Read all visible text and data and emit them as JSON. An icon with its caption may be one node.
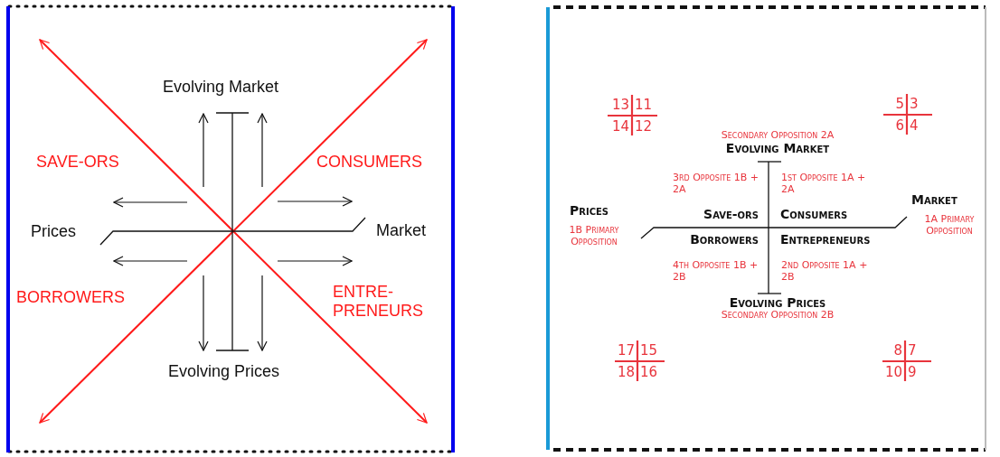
{
  "diagram": {
    "labels": [
      "Evolving Market",
      "SAVE-ORS",
      "CONSUMERS",
      "Prices",
      "Market",
      "BORROWERS",
      "ENTRE-PRENEURS",
      "Evolving Prices",
      "13",
      "11",
      "14",
      "12",
      "5",
      "3",
      "6",
      "4",
      "Secondary Opposition 2A",
      "Evolving Market",
      "3rd Opposite 1B + 2A",
      "1st Opposite 1A + 2A",
      "Market",
      "Prices",
      "Save-ors",
      "Consumers",
      "1B Primary Opposition",
      "1A Primary Opposition",
      "Borrowers",
      "Entrepreneurs",
      "4th Opposite 1B + 2B",
      "2nd Opposite 1A + 2B",
      "Evolving Prices",
      "Secondary Opposition 2B",
      "17",
      "15",
      "18",
      "16",
      "8",
      "7",
      "10",
      "9"
    ]
  }
}
